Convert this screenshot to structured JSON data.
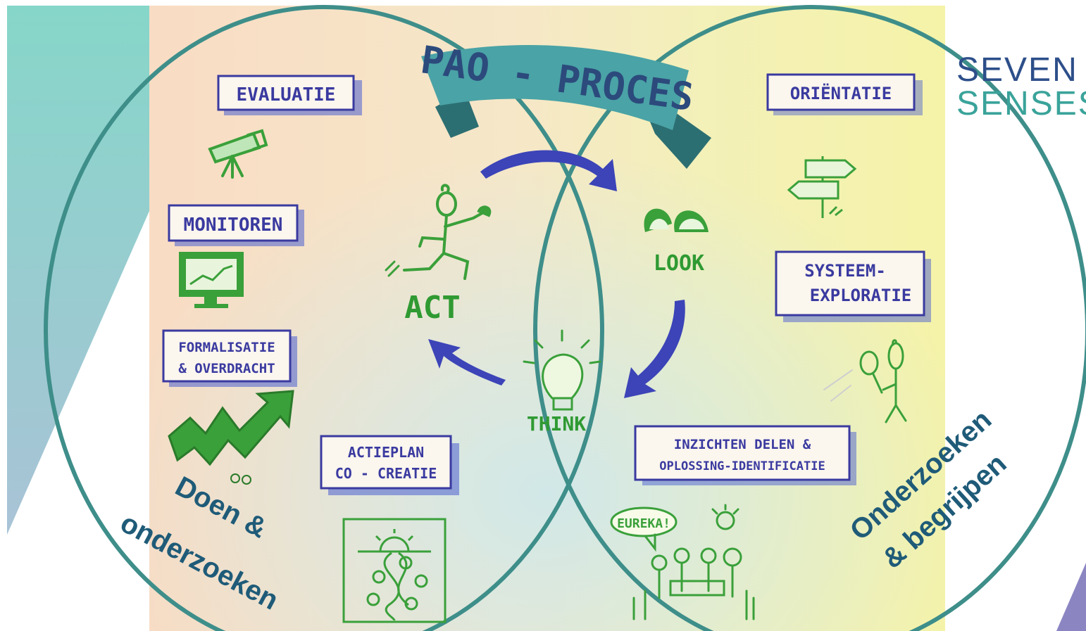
{
  "colors": {
    "circle": "#3e8e8a",
    "banner": "#4aa3a6",
    "label_ink": "#3a3aa0",
    "icon_green": "#3aa03a",
    "arrow_blue": "#3c44b8",
    "caption": "#1f5b78",
    "teal_panel": "#7fd3c7"
  },
  "banner": {
    "title": "PAO - PROCES"
  },
  "logo": {
    "line1": "SEVEN",
    "line2": "SENSES"
  },
  "left_labels": {
    "evaluatie": "EVALUATIE",
    "monitoren": "MONITOREN",
    "formalisatie_1": "FORMALISATIE",
    "formalisatie_2": "& OVERDRACHT",
    "actieplan_1": "ACTIEPLAN",
    "actieplan_2": "CO - CREATIE"
  },
  "right_labels": {
    "orientatie": "ORIËNTATIE",
    "systeem_1": "SYSTEEM-",
    "systeem_2": "EXPLORATIE",
    "inzichten_1": "INZICHTEN DELEN &",
    "inzichten_2": "OPLOSSING-IDENTIFICATIE"
  },
  "cycle": {
    "act": "ACT",
    "look": "LOOK",
    "think": "THINK"
  },
  "bubble": {
    "text": "EUREKA!"
  },
  "captions": {
    "left_1": "Doen &",
    "left_2": "onderzoeken",
    "right_1": "Onderzoeken",
    "right_2": "& begrijpen"
  },
  "icons": [
    "telescope-icon",
    "monitor-chart-icon",
    "rising-arrow-icon",
    "roadmap-icon",
    "signpost-icon",
    "eyes-icon",
    "lightbulb-icon",
    "magnifier-person-icon",
    "meeting-people-icon",
    "running-person-icon"
  ]
}
